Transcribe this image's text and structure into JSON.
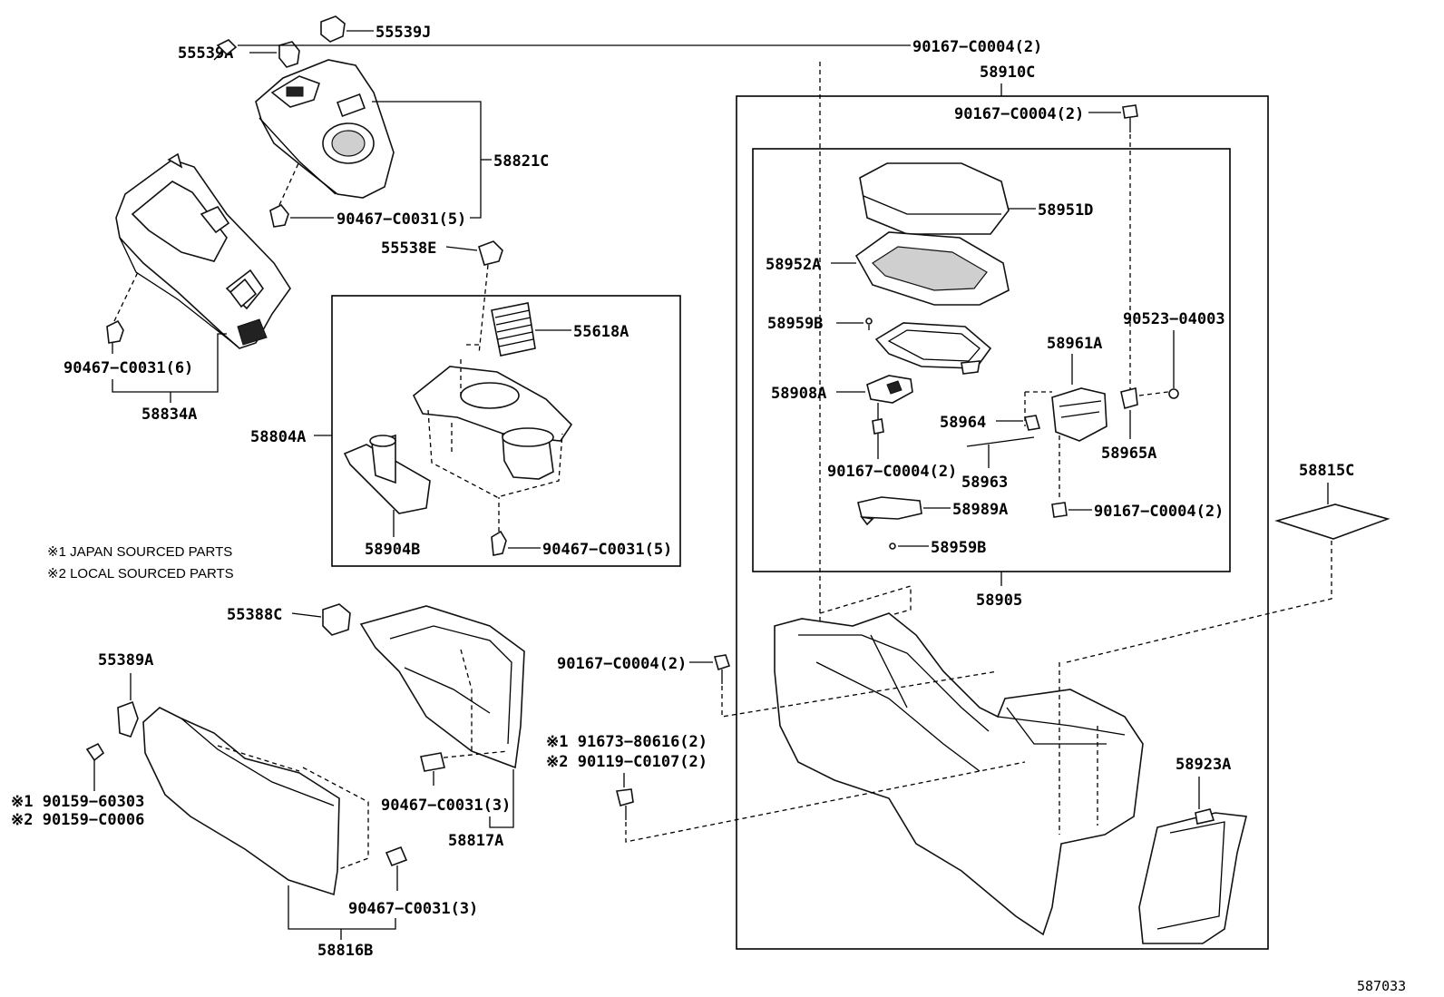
{
  "diagram": {
    "figure_number": "587033",
    "notes": [
      "※1 JAPAN SOURCED PARTS",
      "※2 LOCAL SOURCED PARTS"
    ],
    "labels": {
      "p55539A": "55539A",
      "p55539J": "55539J",
      "p58821C": "58821C",
      "p90467_C0031_5_top": "90467−C0031(5)",
      "p90467_C0031_6": "90467−C0031(6)",
      "p58834A": "58834A",
      "p55538E": "55538E",
      "p55618A": "55618A",
      "p58804A": "58804A",
      "p58904B": "58904B",
      "p90467_C0031_5_mid": "90467−C0031(5)",
      "p55388C": "55388C",
      "p55389A": "55389A",
      "p90159_60303": "※1 90159−60303",
      "p90159_C0006": "※2 90159−C0006",
      "p90467_C0031_3_a": "90467−C0031(3)",
      "p58817A": "58817A",
      "p90467_C0031_3_b": "90467−C0031(3)",
      "p58816B": "58816B",
      "p90167_top": "90167−C0004(2)",
      "p58910C": "58910C",
      "p90167_inner_top": "90167−C0004(2)",
      "p58951D": "58951D",
      "p58952A": "58952A",
      "p58959B_a": "58959B",
      "p90523": "90523−04003",
      "p58961A": "58961A",
      "p58908A": "58908A",
      "p58964": "58964",
      "p58965A": "58965A",
      "p90167_mid": "90167−C0004(2)",
      "p58963": "58963",
      "p58989A": "58989A",
      "p90167_lower": "90167−C0004(2)",
      "p58959B_b": "58959B",
      "p58905": "58905",
      "p58815C": "58815C",
      "p90167_left": "90167−C0004(2)",
      "p91673": "※1 91673−80616(2)",
      "p90119": "※2 90119−C0107(2)",
      "p58923A": "58923A"
    }
  }
}
